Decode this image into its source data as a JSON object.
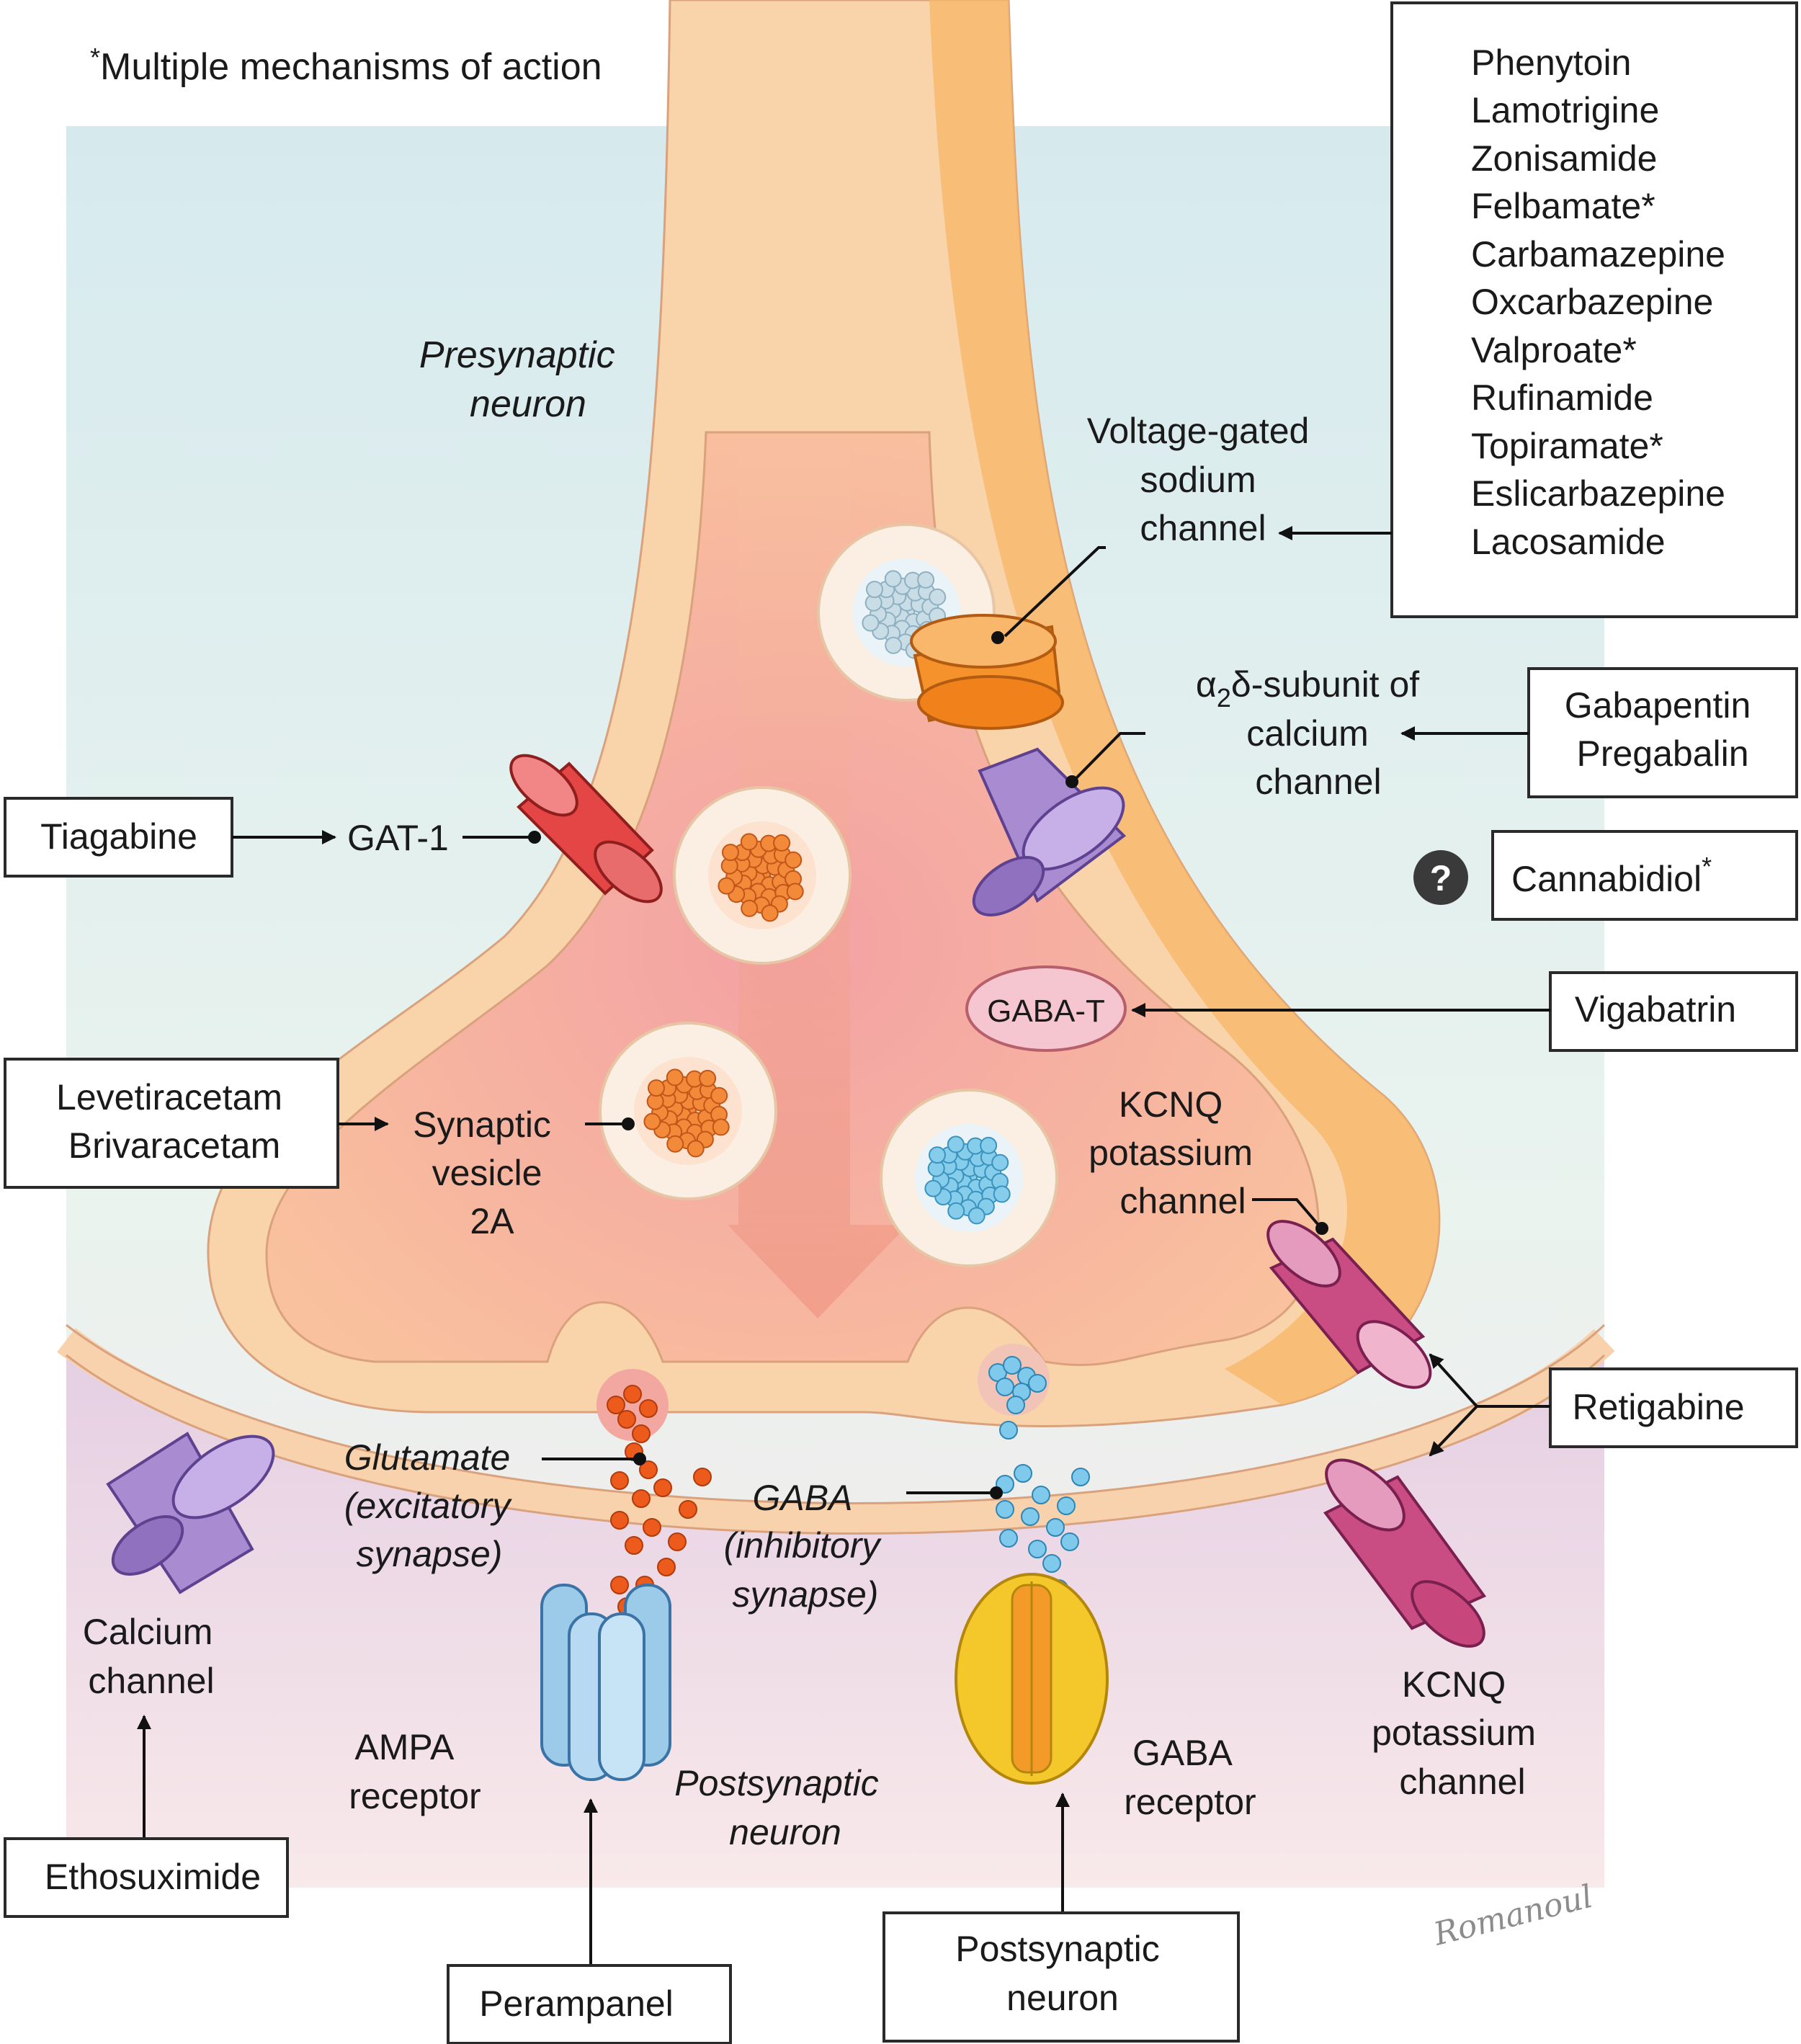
{
  "footnote": {
    "mark": "*",
    "text": "Multiple mechanisms of action"
  },
  "presynaptic_label": [
    "Presynaptic",
    "neuron"
  ],
  "postsynaptic_label": [
    "Postsynaptic",
    "neuron"
  ],
  "sodium_channel": {
    "label": [
      "Voltage-gated",
      "sodium",
      "channel"
    ],
    "drugs": [
      "Phenytoin",
      "Lamotrigine",
      "Zonisamide",
      "Felbamate*",
      "Carbamazepine",
      "Oxcarbazepine",
      "Valproate*",
      "Rufinamide",
      "Topiramate*",
      "Eslicarbazepine",
      "Lacosamide"
    ]
  },
  "calcium_subunit": {
    "label_prefix": "α",
    "label_sub": "2",
    "label_rest": "δ-subunit of",
    "label_lines": [
      "calcium",
      "channel"
    ],
    "drugs": [
      "Gabapentin",
      "Pregabalin"
    ]
  },
  "cannabidiol": {
    "badge": "?",
    "name": "Cannabidiol",
    "mark": "*"
  },
  "gat1": {
    "label": "GAT-1",
    "drug": "Tiagabine"
  },
  "gaba_t": {
    "label": "GABA-T",
    "drug": "Vigabatrin"
  },
  "sv2a": {
    "label": [
      "Synaptic",
      "vesicle",
      "2A"
    ],
    "drugs": [
      "Levetiracetam",
      "Brivaracetam"
    ]
  },
  "kcnq_pre": {
    "label": [
      "KCNQ",
      "potassium",
      "channel"
    ]
  },
  "kcnq_post": {
    "label": [
      "KCNQ",
      "potassium",
      "channel"
    ]
  },
  "retigabine": {
    "drug": "Retigabine"
  },
  "glutamate": {
    "label": [
      "Glutamate",
      "(excitatory",
      "synapse)"
    ]
  },
  "gaba": {
    "label": [
      "GABA",
      "(inhibitory",
      "synapse)"
    ]
  },
  "calcium_channel": {
    "label": [
      "Calcium",
      "channel"
    ],
    "drug": "Ethosuximide"
  },
  "ampa": {
    "label": [
      "AMPA",
      "receptor"
    ],
    "drug": "Perampanel"
  },
  "gaba_receptor": {
    "label": [
      "GABA",
      "receptor"
    ],
    "drug_lines": [
      "Postsynaptic",
      "neuron"
    ]
  },
  "signature": "Romanoul",
  "colors": {
    "presynaptic": "#f9c894",
    "cytoplasm": "#f6b49a",
    "extracellular": "#dcecef",
    "postsynaptic": "#efdcea",
    "sodium_channel": "#f5922b",
    "calcium_channel": "#a98bd1",
    "gat1": "#e44545",
    "kcnq": "#c94d82",
    "ampa": "#9ccbea",
    "gaba_receptor": "#f4c72a"
  }
}
